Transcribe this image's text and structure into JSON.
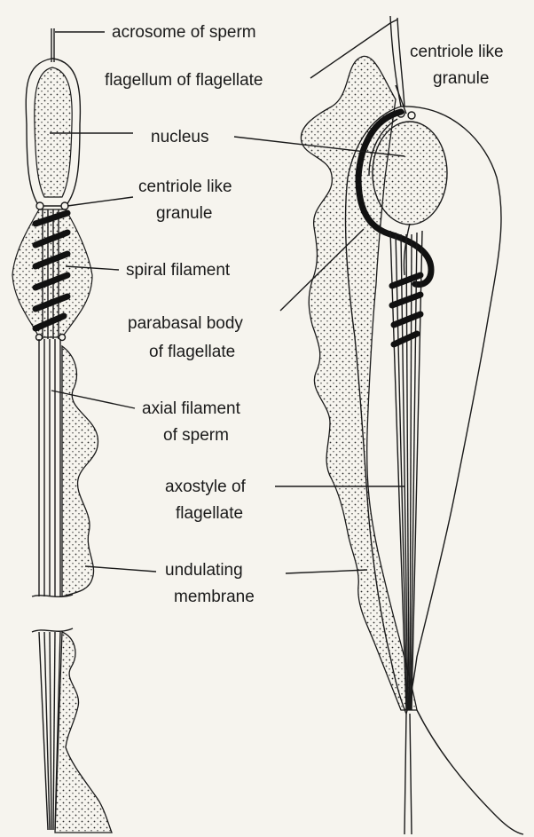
{
  "labels": {
    "acrosome": "acrosome of sperm",
    "flagellum": "flagellum of flagellate",
    "centriole_right_1": "centriole like",
    "centriole_right_2": "granule",
    "nucleus": "nucleus",
    "centriole_left_1": "centriole like",
    "centriole_left_2": "granule",
    "spiral": "spiral  filament",
    "parabasal_1": "parabasal body",
    "parabasal_2": "of flagellate",
    "axial_1": "axial filament",
    "axial_2": "of sperm",
    "axostyle_1": "axostyle of",
    "axostyle_2": "flagellate",
    "undulating_1": "undulating",
    "undulating_2": "membrane"
  },
  "colors": {
    "ink": "#1a1a1a",
    "background": "#f6f4ee",
    "stipple": "#2a2a2a"
  }
}
